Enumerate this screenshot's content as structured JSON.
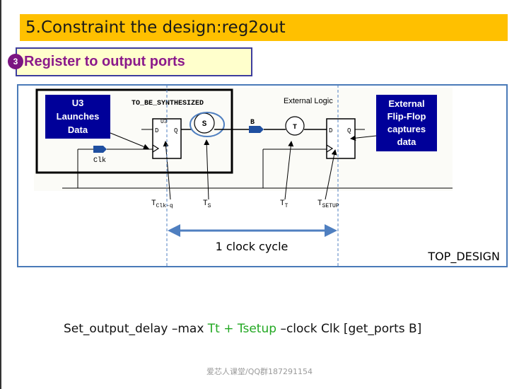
{
  "slide": {
    "title": "5.Constraint the design:reg2out",
    "step_badge": "3",
    "section_label": "Register to output ports"
  },
  "diagram": {
    "u3_note": [
      "U3",
      "Launches",
      "Data"
    ],
    "module_label": "TO_BE_SYNTHESIZED",
    "ff_label": "U3",
    "ff_d_pin": "D",
    "ff_q_pin": "Q",
    "s_block": "S",
    "clk_port": "Clk",
    "b_port": "B",
    "external_logic_label": "External Logic",
    "t_block": "T",
    "ext_ff_d_pin": "D",
    "ext_ff_q_pin": "Q",
    "ext_note": [
      "External",
      "Flip-Flop",
      "captures",
      "data"
    ],
    "timing": {
      "tclkq_main": "T",
      "tclkq_sub": "Clk-q",
      "ts_main": "T",
      "ts_sub": "S",
      "tt_main": "T",
      "tt_sub": "T",
      "tsetup_main": "T",
      "tsetup_sub": "SETUP"
    },
    "clock_cycle_label": "1 clock cycle",
    "top_design_label": "TOP_DESIGN",
    "colors": {
      "frame": "#4a7ab8",
      "note_fill": "#000099",
      "arrow": "#4f7fc0",
      "port_fill": "#1f4fa0"
    }
  },
  "command": {
    "prefix": "Set_output_delay –max ",
    "tt": "Tt",
    "plus": " + ",
    "tsetup": "Tsetup",
    "suffix": " –clock Clk [get_ports B]"
  },
  "footer": "爱芯人课堂/QQ群187291154"
}
